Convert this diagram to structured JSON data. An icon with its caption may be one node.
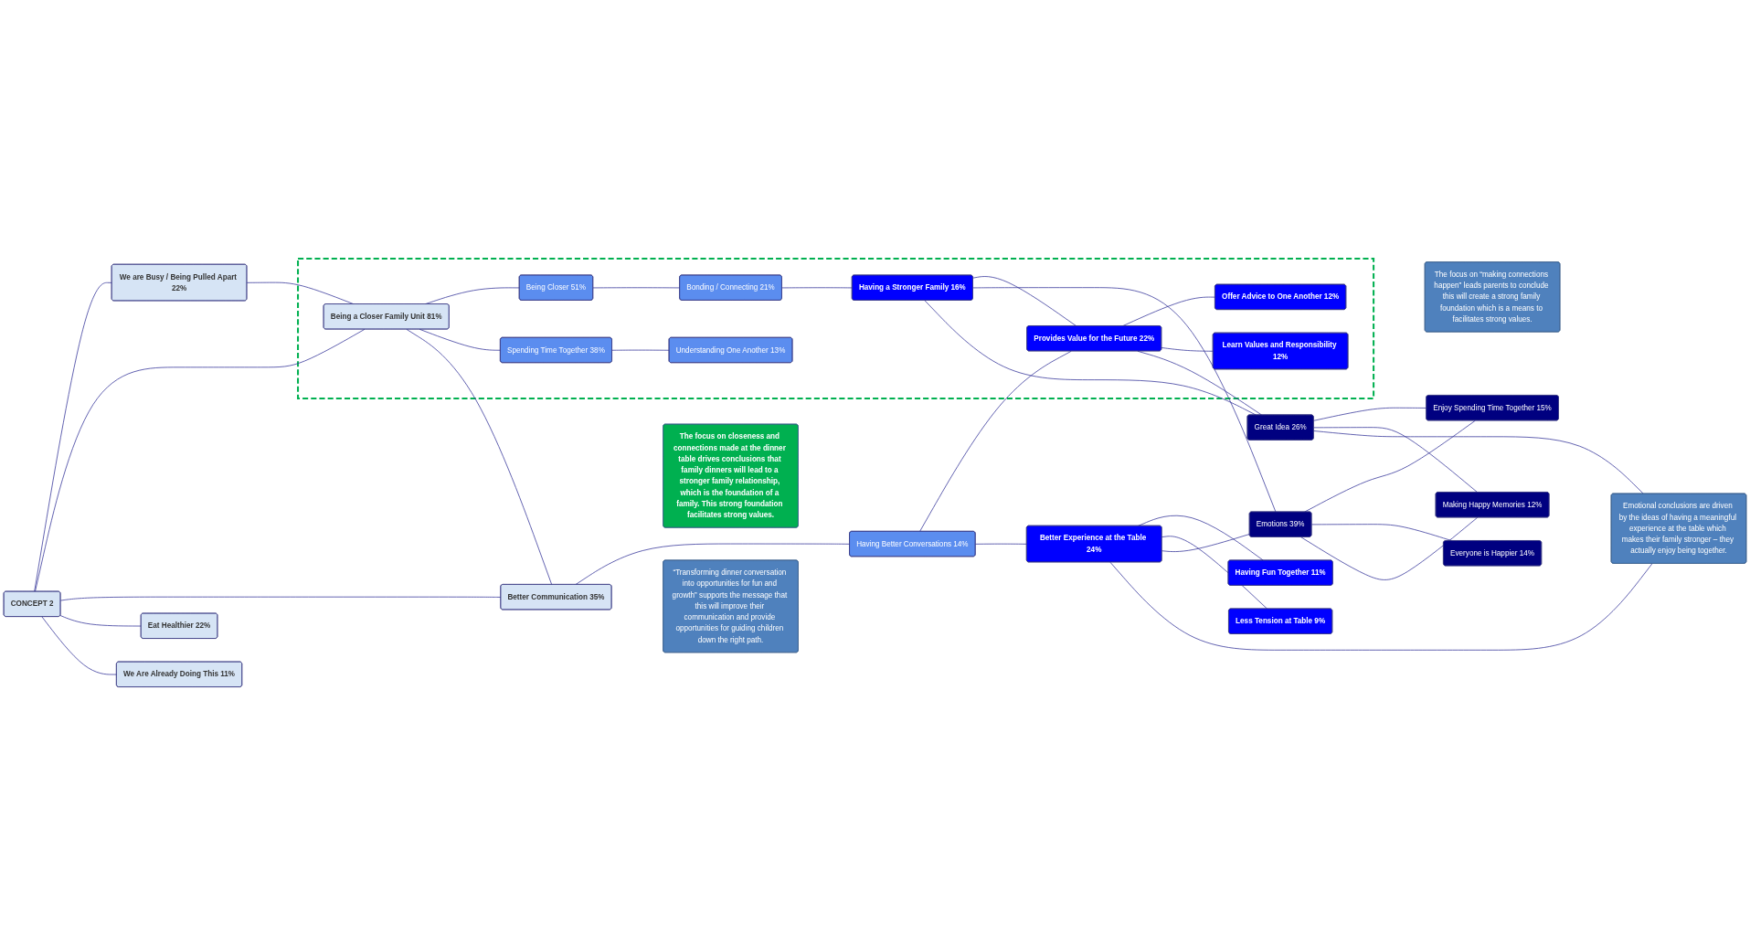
{
  "diagram": {
    "nodes": [
      {
        "text": [
          "The focus on closeness and connections made at the dinner table drives conclusions that family dinners will lead to a stronger family relationship, which is the foundation of a family. This strong foundation facilitates strong values."
        ]
      },
      {
        "text": [
          "The focus on “making connections happen” leads parents to conclude this will create a strong family foundation which is a means to facilitates strong values."
        ]
      },
      {
        "text": [
          "We are Busy / Being Pulled Apart 22%"
        ]
      },
      {
        "text": [],
        "shape": "box"
      },
      {
        "text": [
          "Being a Closer Family Unit 81%"
        ],
        "in": 3
      },
      {
        "text": [
          "Being Closer 51%"
        ],
        "in": 3
      },
      {
        "text": [
          "Bonding / Connecting 21%"
        ],
        "in": 3
      },
      {
        "text": [
          "Having a Stronger Family 16%"
        ],
        "in": 3
      },
      {
        "text": [
          "Provides Value for the Future 22%"
        ],
        "in": 3
      },
      {
        "text": [
          "Offer Advice to One Another 12%"
        ],
        "in": 3
      },
      {
        "text": [
          "Learn Values and Responsibility 12%"
        ],
        "in": 3
      },
      {
        "text": [
          "Spending Time Together 38%"
        ],
        "in": 3
      },
      {
        "text": [
          "Understanding One Another 13%"
        ],
        "in": 3
      },
      {
        "text": [
          "CONCEPT 2"
        ]
      },
      {
        "text": [
          "Great Idea 26%"
        ]
      },
      {
        "text": [
          "Enjoy Spending Time Together 15%"
        ]
      },
      {
        "text": [
          "Emotions 39%"
        ]
      },
      {
        "text": [
          "Everyone is Happier 14%"
        ]
      },
      {
        "text": [
          "Better Communication 35%"
        ]
      },
      {
        "text": [
          "Having Better Conversations 14%"
        ]
      },
      {
        "text": [
          "Better Experience at the Table 24%"
        ]
      },
      {
        "text": [
          "Having Fun Together 11%"
        ]
      },
      {
        "text": [
          "Making Happy Memories 12%"
        ]
      },
      {
        "text": [
          "Eat Healthier 22%"
        ]
      },
      {
        "text": [
          "Less Tension at Table 9%"
        ]
      },
      {
        "text": [
          "We Are Already Doing This 11%"
        ]
      },
      {
        "text": [
          "“Transforming dinner conversation into opportunities for fun and growth” supports the message that this will improve their communication and provide opportunities for guiding children down the right path."
        ]
      },
      {
        "text": [
          "Emotional conclusions are driven by the ideas of having a meaningful experience at the table which makes their family stronger – they actually enjoy being together."
        ]
      }
    ],
    "edges": [
      {
        "from": 13,
        "to": 2,
        "arrow": "none"
      },
      {
        "from": 13,
        "to": 4,
        "arrow": "none"
      },
      {
        "from": 13,
        "to": 18,
        "arrow": "none"
      },
      {
        "from": 13,
        "to": 23,
        "arrow": "none"
      },
      {
        "from": 13,
        "to": 25,
        "arrow": "none"
      },
      {
        "from": 4,
        "to": 5,
        "arrow": "none"
      },
      {
        "from": 4,
        "to": 11,
        "arrow": "none"
      },
      {
        "from": 5,
        "to": 6,
        "arrow": "none"
      },
      {
        "from": 6,
        "to": 7,
        "arrow": "none"
      },
      {
        "from": 7,
        "to": 8,
        "arrow": "none"
      },
      {
        "from": 8,
        "to": 9,
        "arrow": "none"
      },
      {
        "from": 8,
        "to": 10,
        "arrow": "none"
      },
      {
        "from": 11,
        "to": 12,
        "arrow": "none"
      },
      {
        "from": 18,
        "to": 19,
        "arrow": "none"
      },
      {
        "from": 19,
        "to": 20,
        "arrow": "none"
      },
      {
        "from": 20,
        "to": 21,
        "arrow": "none"
      },
      {
        "from": 20,
        "to": 24,
        "arrow": "none"
      },
      {
        "from": 16,
        "to": 15,
        "arrow": "none"
      },
      {
        "from": 16,
        "to": 17,
        "arrow": "none"
      },
      {
        "from": 16,
        "to": 22,
        "arrow": "none"
      },
      {
        "from": 2,
        "to": 4,
        "arrow": "none"
      },
      {
        "from": 4,
        "to": 18,
        "arrow": "none"
      },
      {
        "from": 19,
        "to": 8,
        "arrow": "none"
      },
      {
        "from": 7,
        "to": 16,
        "arrow": "none"
      },
      {
        "from": 7,
        "to": 14,
        "arrow": "none"
      },
      {
        "from": 8,
        "to": 14,
        "arrow": "none"
      },
      {
        "from": 14,
        "to": 15,
        "arrow": "none"
      },
      {
        "from": 14,
        "to": 22,
        "arrow": "none"
      },
      {
        "from": 14,
        "to": 27,
        "arrow": "none"
      },
      {
        "from": 20,
        "to": 16,
        "arrow": "none"
      },
      {
        "from": 20,
        "to": 27,
        "arrow": "none"
      }
    ]
  }
}
